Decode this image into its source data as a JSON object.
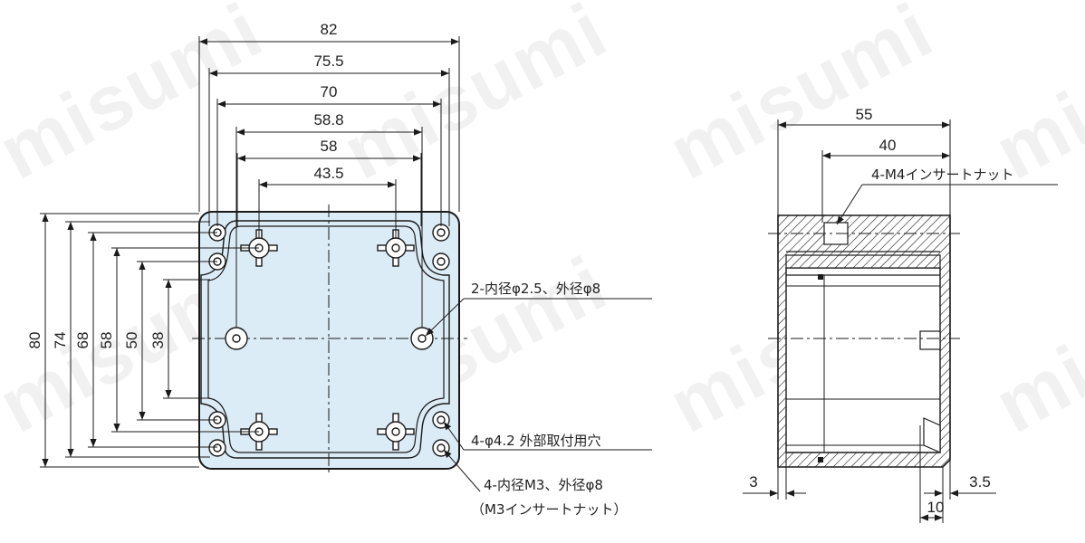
{
  "watermark": "misumi",
  "colors": {
    "body_fill": "#dcecf7",
    "line": "#1a1a1a",
    "hatch_fill": "#ffffff"
  },
  "front_view": {
    "width_dims": [
      "82",
      "75.5",
      "70",
      "58.8",
      "58",
      "43.5"
    ],
    "height_dims": [
      "80",
      "74",
      "68",
      "58",
      "50",
      "38"
    ],
    "callouts": {
      "boss_center": "2-内径φ2.5、外径φ8",
      "mount_hole": "4-φ4.2 外部取付用穴",
      "insert_line1": "4-内径M3、外径φ8",
      "insert_line2": "（M3インサートナット）"
    }
  },
  "side_view": {
    "depth_dims": [
      "55",
      "40"
    ],
    "bottom_dims": [
      "3",
      "3.5",
      "10"
    ],
    "callout": "4-M4インサートナット"
  }
}
